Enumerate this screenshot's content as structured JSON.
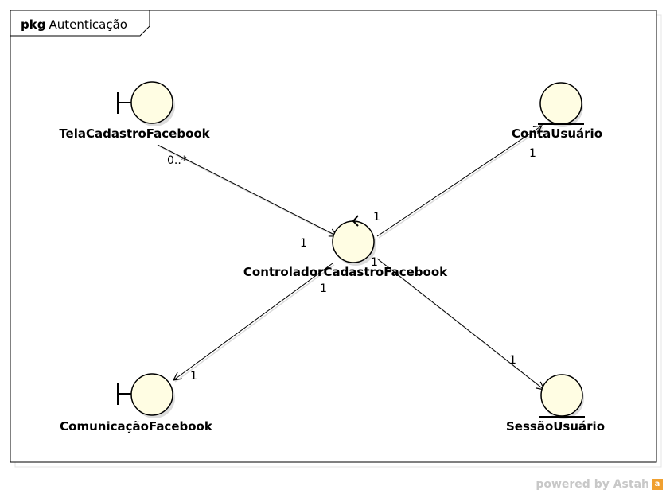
{
  "package": {
    "keyword": "pkg",
    "name": "Autenticação"
  },
  "elements": {
    "tela": {
      "label": "TelaCadastroFacebook",
      "stereotype": "boundary"
    },
    "controlador": {
      "label": "ControladorCadastroFacebook",
      "stereotype": "control"
    },
    "conta": {
      "label": "ContaUsuário",
      "stereotype": "entity"
    },
    "comunicacao": {
      "label": "ComunicaçãoFacebook",
      "stereotype": "boundary"
    },
    "sessao": {
      "label": "SessãoUsuário",
      "stereotype": "entity"
    }
  },
  "associations": [
    {
      "from": "tela",
      "to": "controlador",
      "source_multiplicity": "0..*",
      "target_multiplicity": "1"
    },
    {
      "from": "controlador",
      "to": "conta",
      "source_multiplicity": "1",
      "target_multiplicity": "1"
    },
    {
      "from": "controlador",
      "to": "comunicacao",
      "source_multiplicity": "1",
      "target_multiplicity": "1"
    },
    {
      "from": "controlador",
      "to": "sessao",
      "source_multiplicity": "1",
      "target_multiplicity": "1"
    }
  ],
  "watermark": {
    "text": "powered by Astah",
    "logo": "a"
  },
  "colors": {
    "node_fill": "#fffde3",
    "stroke": "#000000",
    "shadow": "#d8d8d8",
    "watermark": "#c8c8c8"
  }
}
